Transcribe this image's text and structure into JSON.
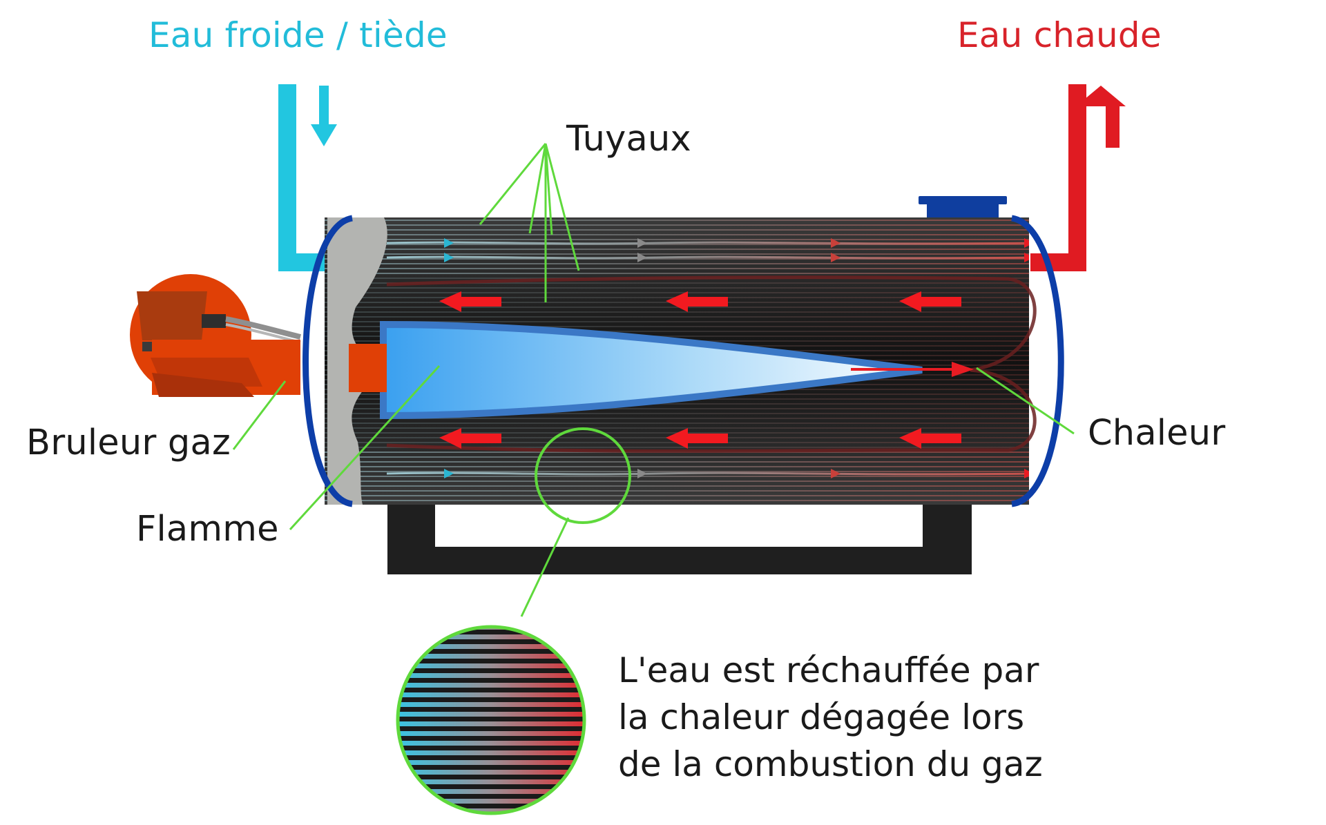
{
  "labels": {
    "cold_water": "Eau froide / tiède",
    "hot_water": "Eau chaude",
    "pipes": "Tuyaux",
    "burner": "Bruleur gaz",
    "heat": "Chaleur",
    "flame": "Flamme"
  },
  "caption": {
    "line1": "L'eau est réchauffée par",
    "line2": "la chaleur dégagée lors",
    "line3": "de la combustion du gaz"
  },
  "colors": {
    "cold": "#22bcd9",
    "hot": "#e11b22",
    "shell_outline": "#0d3ea8",
    "burner": "#e04006",
    "leader_lines": "#5fd93c",
    "stand": "#1a1a1a",
    "tank_body": "#202020",
    "end_cap": "#b3b4b1"
  },
  "icons": [
    "down-arrow-icon",
    "up-arrow-icon",
    "flow-arrow-icon",
    "magnifier-circle-icon"
  ]
}
